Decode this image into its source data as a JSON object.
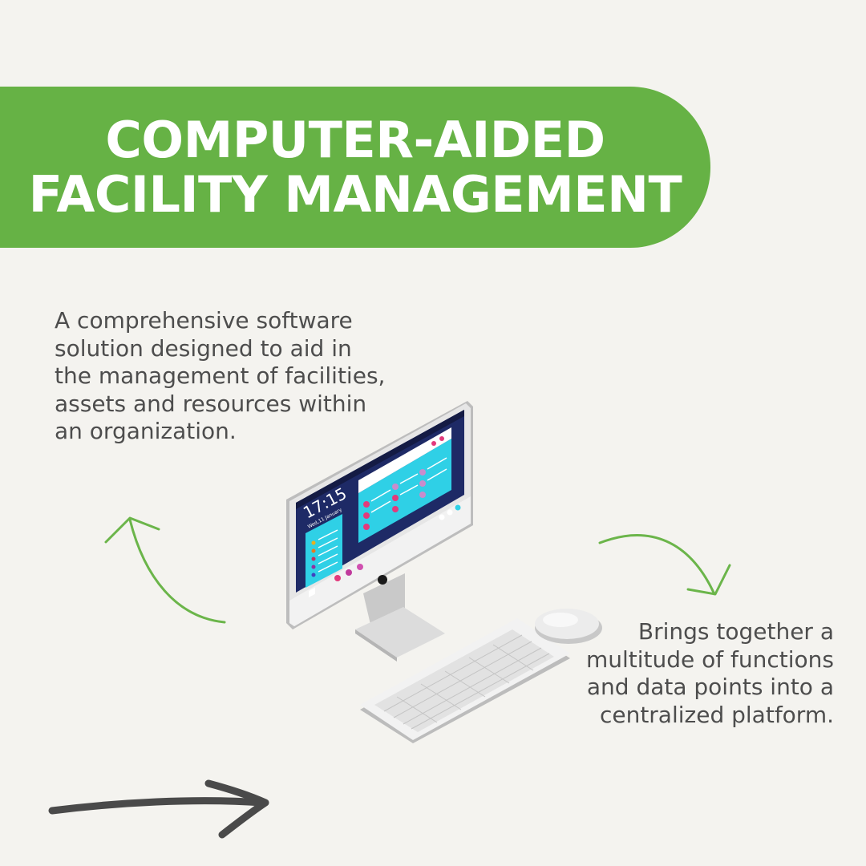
{
  "title": {
    "line1": "COMPUTER-AIDED",
    "line2": "FACILITY MANAGEMENT"
  },
  "description_left": "A comprehensive software solution designed to aid in the management of facilities, assets and resources within an organization.",
  "description_right": "Brings together a multitude of functions and data points into a centralized platform.",
  "screen": {
    "clock": "17:15",
    "date": "Wed,11 January"
  },
  "colors": {
    "banner": "#66b245",
    "background": "#f4f3ef",
    "text": "#4d4d4d",
    "arrow_green": "#6bb54a",
    "arrow_dark": "#4a4a4a"
  },
  "icons": [
    "curved-arrow-up-icon",
    "curved-arrow-down-icon",
    "straight-arrow-right-icon",
    "desktop-computer-icon",
    "keyboard-icon",
    "mouse-icon"
  ]
}
